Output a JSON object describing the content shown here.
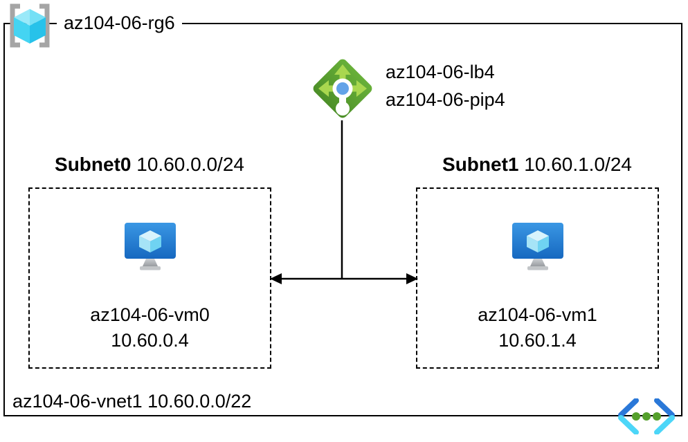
{
  "resource_group": {
    "icon": "resource-group-icon",
    "label": "az104-06-rg6"
  },
  "load_balancer": {
    "icon": "load-balancer-icon",
    "name": "az104-06-lb4",
    "public_ip": "az104-06-pip4"
  },
  "subnets": [
    {
      "name": "Subnet0",
      "cidr": "10.60.0.0/24",
      "vm": {
        "icon": "virtual-machine-icon",
        "name": "az104-06-vm0",
        "ip": "10.60.0.4"
      }
    },
    {
      "name": "Subnet1",
      "cidr": "10.60.1.0/24",
      "vm": {
        "icon": "virtual-machine-icon",
        "name": "az104-06-vm1",
        "ip": "10.60.1.4"
      }
    }
  ],
  "vnet": {
    "icon": "virtual-network-icon",
    "label": "az104-06-vnet1 10.60.0.0/22"
  },
  "colors": {
    "line": "#000000",
    "lb_green_top": "#68b039",
    "lb_green_bottom": "#4c8f28",
    "lb_arrow_green": "#a9d74f",
    "lb_dot_blue": "#63a3e8",
    "monitor_blue_top": "#3a97e4",
    "monitor_blue_bottom": "#1668c0",
    "cube_cyan_light": "#d8f3fc",
    "cube_cyan_mid": "#44d4f2",
    "cube_cyan_dark": "#27c2ea",
    "bracket_gray": "#a5a5a5",
    "vnet_blue": "#2a78d8",
    "vnet_cyan": "#4cd6f8",
    "vnet_dot_green": "#55a02c"
  }
}
